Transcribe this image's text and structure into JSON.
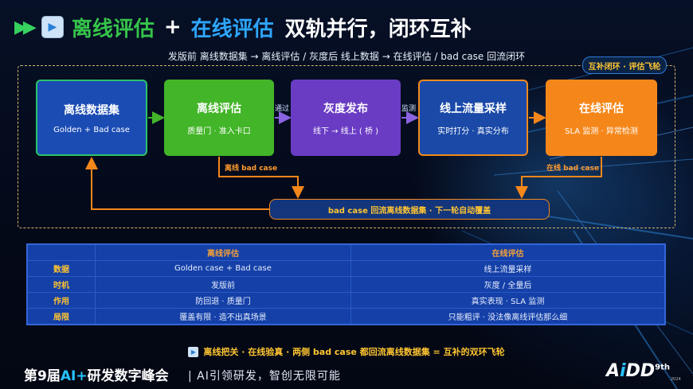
{
  "title": {
    "part1": "离线评估",
    "plus": "+",
    "part2": "在线评估",
    "part3": "双轨并行，闭环互补"
  },
  "subtitle": "发版前  离线数据集 → 离线评估    /    灰度后  线上数据 → 在线评估    /    bad case 回流闭环",
  "loop_tag": "互补闭环 · 评估飞轮",
  "steps": [
    {
      "title": "离线数据集",
      "sub": "Golden + Bad case"
    },
    {
      "title": "离线评估",
      "sub": "质量门 · 准入卡口"
    },
    {
      "title": "灰度发布",
      "sub": "线下 → 线上 ( 桥 )"
    },
    {
      "title": "线上流量采样",
      "sub": "实时打分 · 真实分布"
    },
    {
      "title": "在线评估",
      "sub": "SLA 监测 · 异常检测"
    }
  ],
  "flow_labels": {
    "pass": "通过",
    "monitor": "监测"
  },
  "feedback": {
    "offline_bad_case": "离线 bad case",
    "online_bad_case": "在线 bad case",
    "loop": "bad case 回流离线数据集  ·  下一轮自动覆盖"
  },
  "table": {
    "headers": [
      "",
      "离线评估",
      "在线评估"
    ],
    "rows": [
      [
        "数据",
        "Golden case + Bad case",
        "线上流量采样"
      ],
      [
        "时机",
        "发版前",
        "灰度 / 全量后"
      ],
      [
        "作用",
        "防回退 · 质量门",
        "真实表现 · SLA 监测"
      ],
      [
        "局限",
        "覆盖有限 · 造不出真场景",
        "只能粗评 · 没法像离线评估那么细"
      ]
    ]
  },
  "footer_note": "离线把关 · 在线验真 · 两侧 bad case 都回流离线数据集 = 互补的双环飞轮",
  "brand": {
    "prefix": "第9届",
    "ai": "AI+",
    "suffix": "研发数字峰会",
    "slogan": "| AI引领研发，智创无限可能"
  },
  "logo": {
    "text_a": "A",
    "text_i": "i",
    "text_dd": "DD",
    "sup": "9th",
    "year": "2024"
  },
  "colors": {
    "green": "#43b529",
    "purple": "#6a3cc4",
    "orange": "#f5871a",
    "blue": "#1a49a8",
    "gold": "#ffc531"
  },
  "icons": [
    "double-play-arrow-icon",
    "play-button-icon"
  ]
}
